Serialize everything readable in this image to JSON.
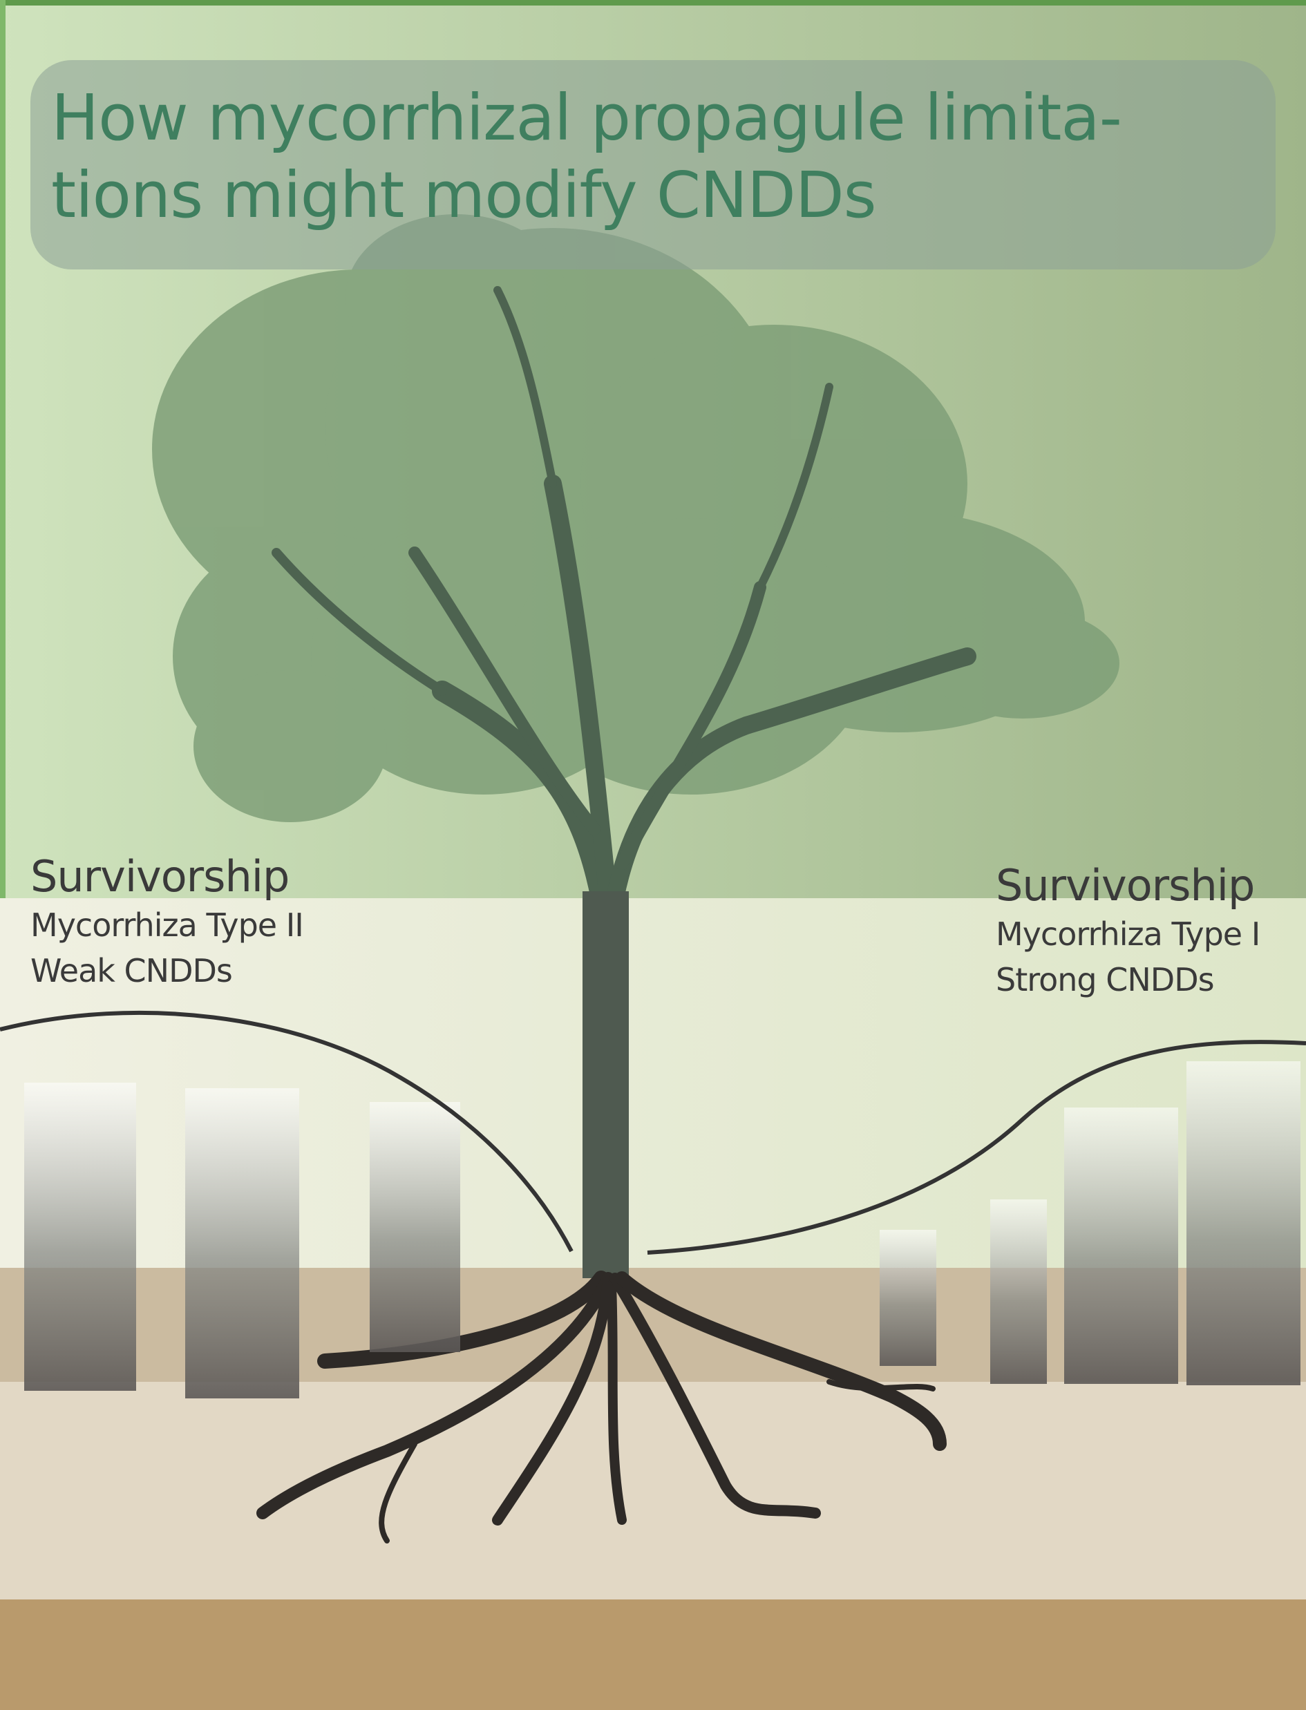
{
  "title": {
    "line1": "How mycorrhizal propagule limita-",
    "line2": "tions might modify CNDDs"
  },
  "left_panel": {
    "heading": "Survivorship",
    "mycorrhiza": "Mycorrhiza Type II",
    "cndd": "Weak CNDDs"
  },
  "right_panel": {
    "heading": "Survivorship",
    "mycorrhiza": "Mycorrhiza Type I",
    "cndd": "Strong CNDDs"
  },
  "colors": {
    "title": "#3f7f5f",
    "sky_top": "#c8ddb4",
    "sky_bottom": "#9fb88c",
    "band": "#e8ecd6",
    "soil": "#c9b594",
    "soil_light": "#e3d9c6",
    "curve": "#333333"
  }
}
